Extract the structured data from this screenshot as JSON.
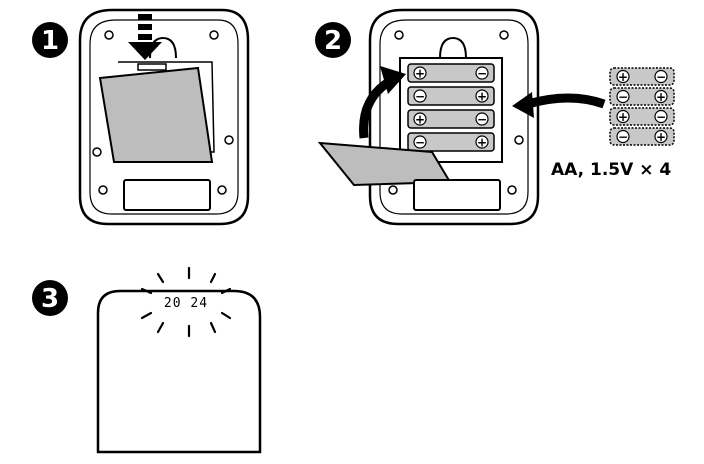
{
  "steps": [
    {
      "number": "1"
    },
    {
      "number": "2"
    },
    {
      "number": "3"
    }
  ],
  "battery_label": "AA, 1.5V × 4",
  "display_value": "20 24",
  "polarity": {
    "plus": "+",
    "minus": "−"
  },
  "colors": {
    "line": "#000000",
    "cover": "#bdbdbd",
    "battery": "#c8c8c8",
    "background": "#ffffff"
  }
}
